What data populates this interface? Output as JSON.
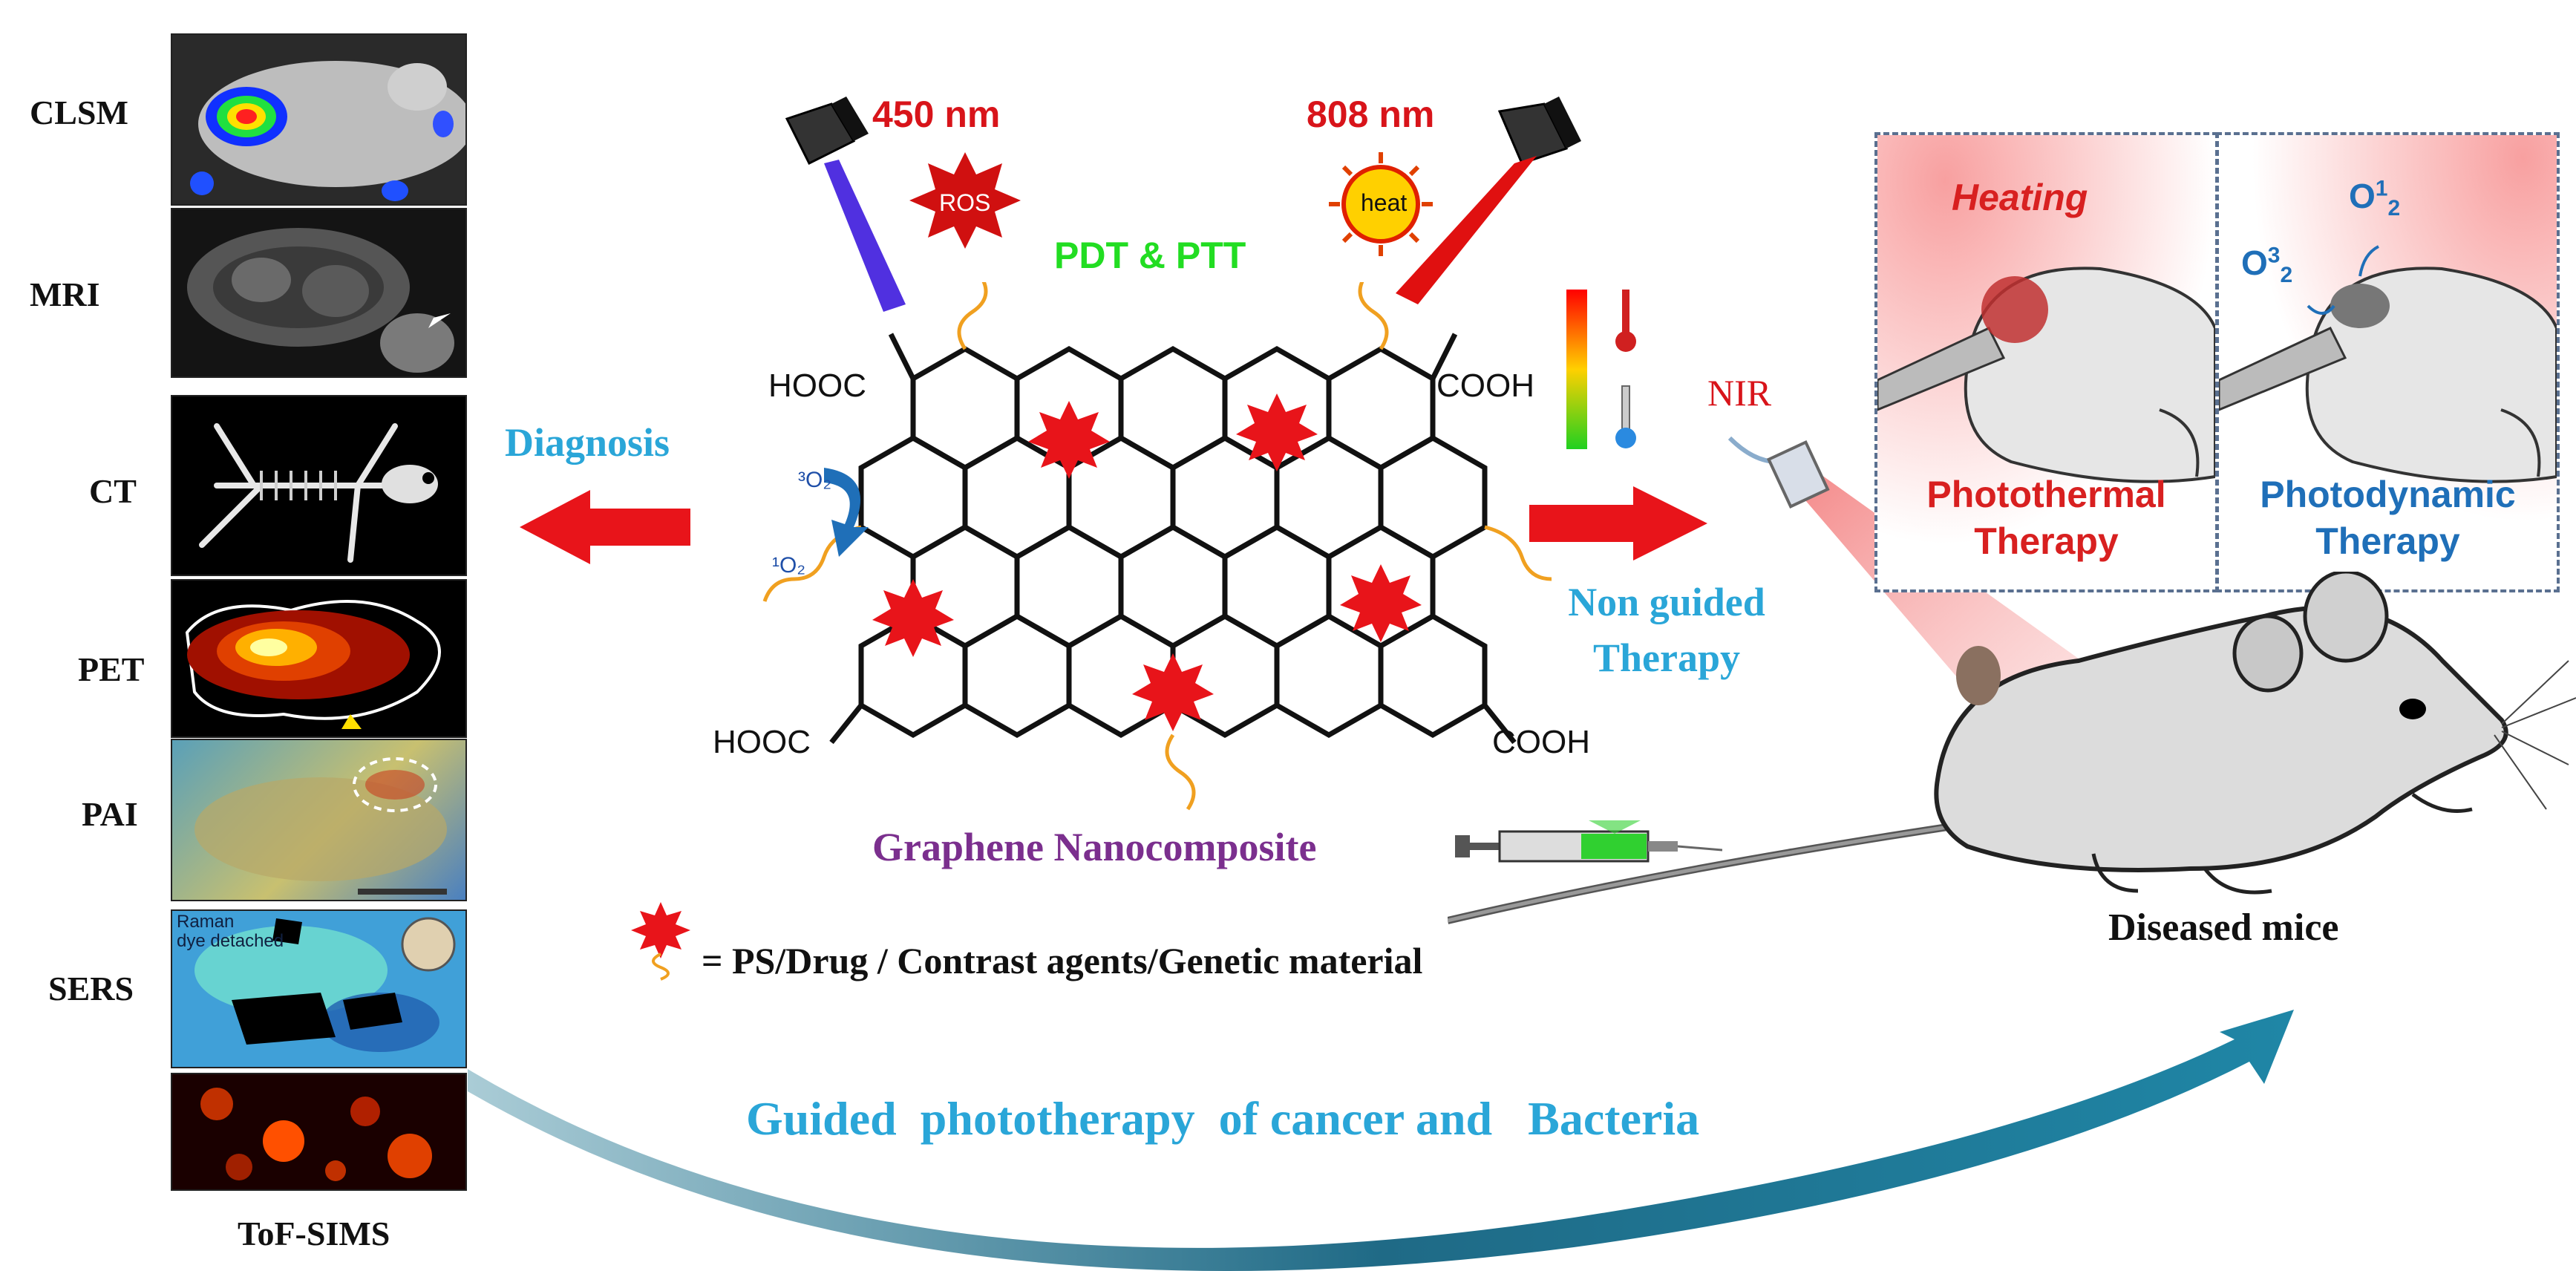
{
  "imaging": {
    "modalities": [
      {
        "label": "CLSM"
      },
      {
        "label": "MRI"
      },
      {
        "label": "CT"
      },
      {
        "label": "PET"
      },
      {
        "label": "PAI"
      },
      {
        "label": "SERS"
      },
      {
        "label": "ToF-SIMS"
      }
    ],
    "sers_inset": "Raman\ndye detached"
  },
  "lasers": {
    "left_wavelength": "450 nm",
    "right_wavelength": "808 nm",
    "ros_badge": "ROS",
    "heat_badge": "heat",
    "mode_label": "PDT & PTT"
  },
  "molecule": {
    "top_left_group": "HOOC",
    "top_right_group": "COOH",
    "bottom_left_group": "HOOC",
    "bottom_right_group": "COOH",
    "triplet_oxygen": "³O₂",
    "singlet_oxygen": "¹O₂",
    "name": "Graphene Nanocomposite"
  },
  "arrows": {
    "diagnosis_label": "Diagnosis",
    "therapy_label_line1": "Non guided",
    "therapy_label_line2": "Therapy",
    "nir_label": "NIR"
  },
  "legend": {
    "text": "= PS/Drug / Contrast agents/Genetic material"
  },
  "therapy_panels": {
    "photothermal": {
      "heating": "Heating",
      "line1": "Photothermal",
      "line2": "Therapy"
    },
    "photodynamic": {
      "singlet": "O",
      "singlet_sup": "1",
      "singlet_sub": "2",
      "triplet": "O",
      "triplet_sup": "3",
      "triplet_sub": "2",
      "line1": "Photodynamic",
      "line2": "Therapy"
    }
  },
  "mouse_label": "Diseased mice",
  "bottom_caption": "Guided  phototherapy  of cancer and   Bacteria",
  "colors": {
    "accent_blue": "#2aa6d8",
    "arrow_red": "#e8141a",
    "molecule_purple": "#7b2f8e",
    "pdt_green": "#22dd22",
    "laser_red": "#d8141a",
    "photothermal_red": "#d82020",
    "photodynamic_blue": "#1f6fb8"
  }
}
